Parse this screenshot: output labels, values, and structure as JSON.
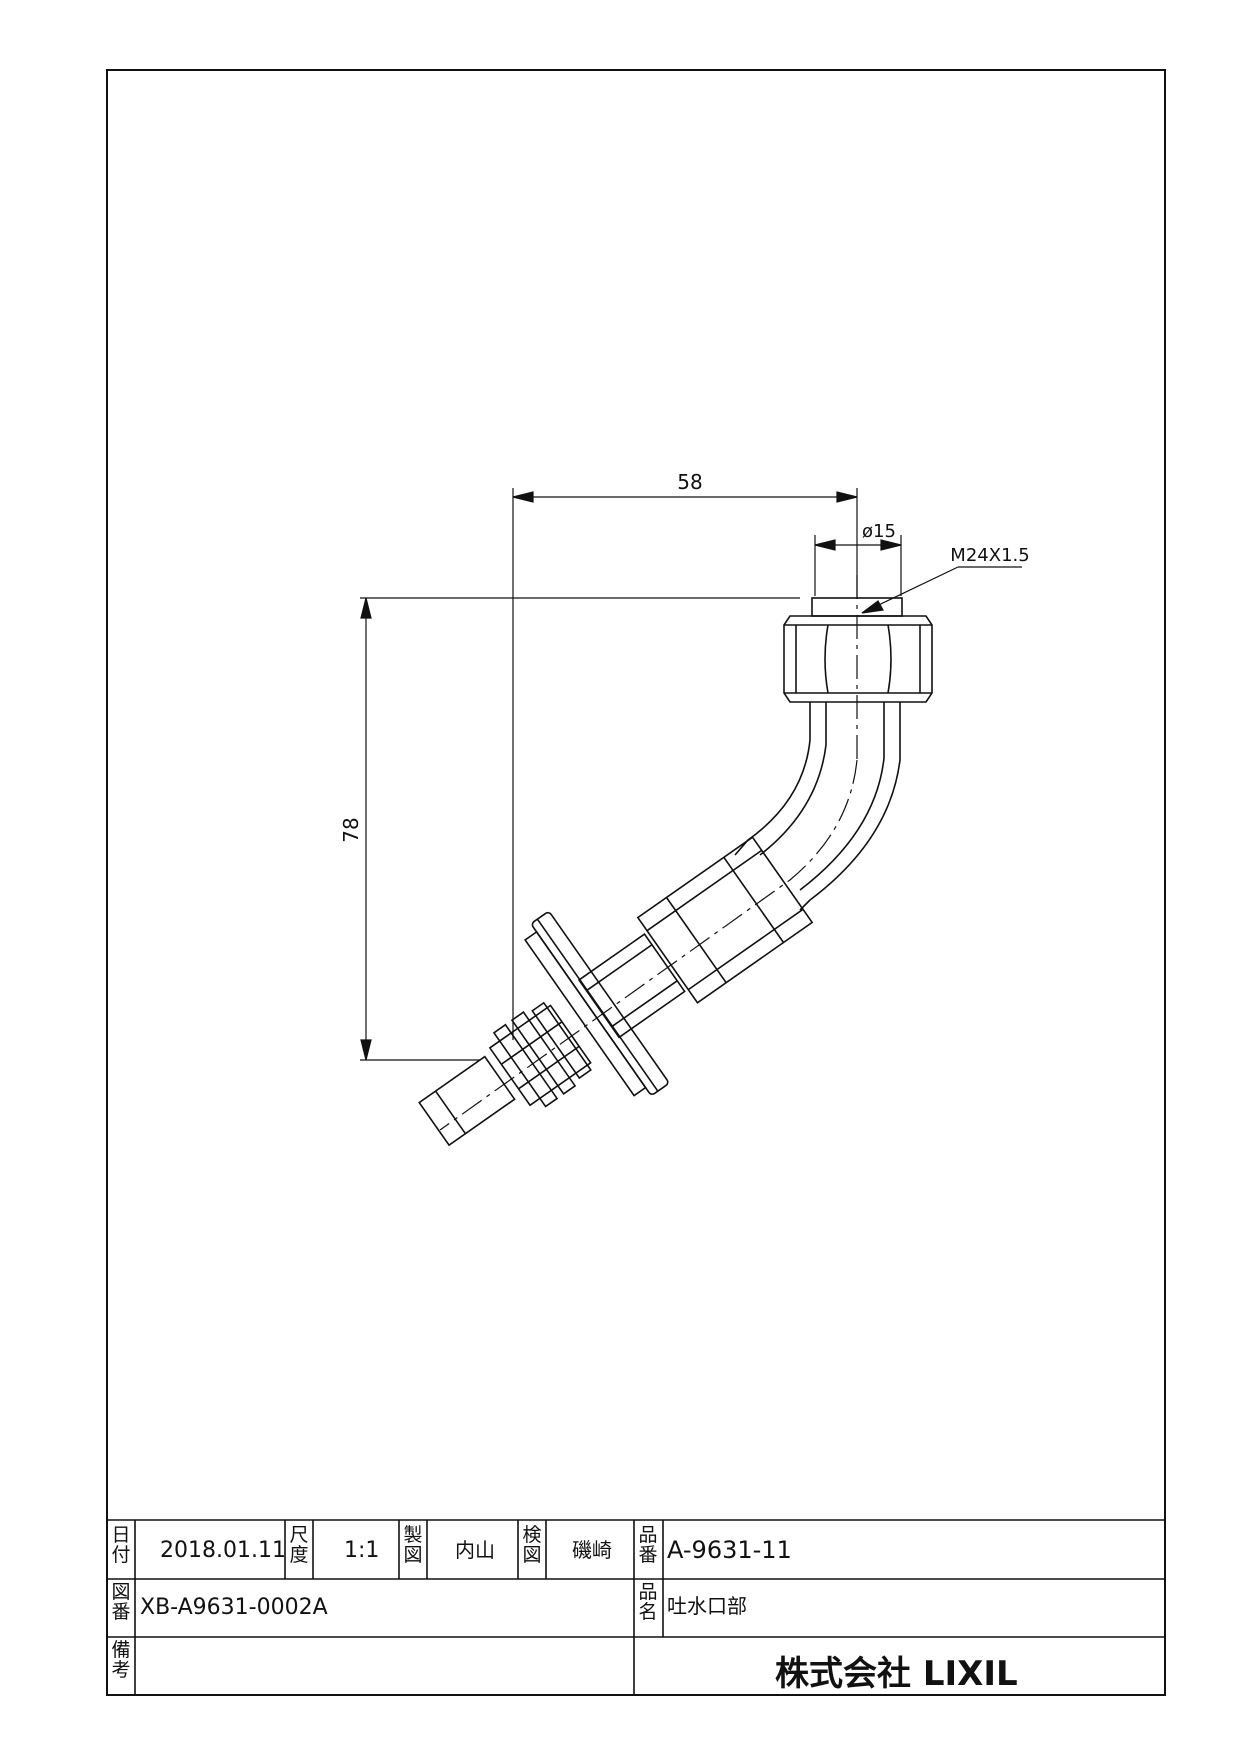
{
  "dimensions": {
    "width": "58",
    "diameter": "ø15",
    "thread": "M24X1.5",
    "height": "78"
  },
  "title_block": {
    "date_label": [
      "日",
      "付"
    ],
    "date_value": "2018.01.11",
    "scale_label": [
      "尺",
      "度"
    ],
    "scale_value": "1:1",
    "drawn_label": [
      "製",
      "図"
    ],
    "drawn_value": "内山",
    "checked_label": [
      "検",
      "図"
    ],
    "checked_value": "磯崎",
    "part_no_label": [
      "品",
      "番"
    ],
    "part_no_value": "A-9631-11",
    "drawing_no_label": [
      "図",
      "番"
    ],
    "drawing_no_value": "XB-A9631-0002A",
    "part_name_label": [
      "品",
      "名"
    ],
    "part_name_value": "吐水口部",
    "remarks_label": [
      "備",
      "考"
    ],
    "company": "株式会社 LIXIL"
  }
}
